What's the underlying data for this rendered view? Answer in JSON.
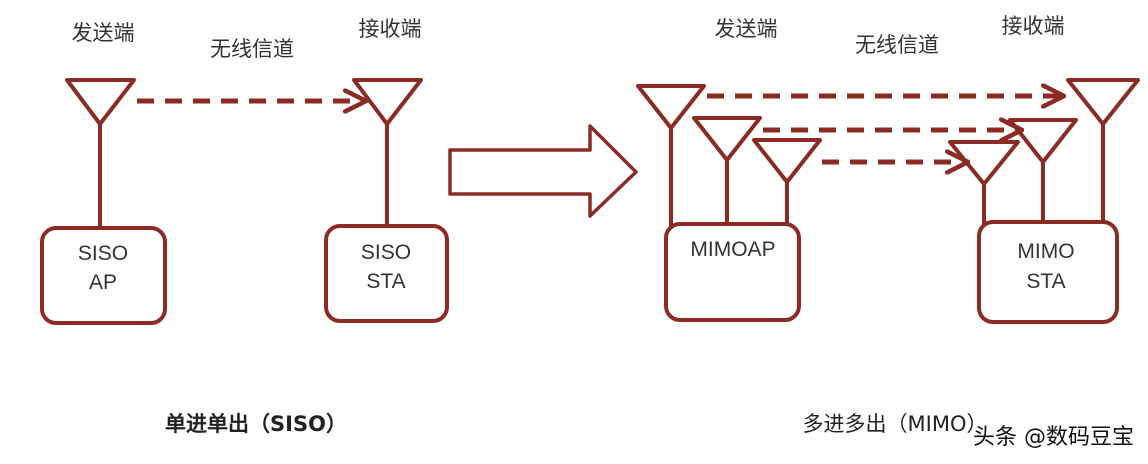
{
  "colors": {
    "stroke": "#8b2b24",
    "text": "#333333",
    "background": "#ffffff"
  },
  "siso": {
    "sender_label": "发送端",
    "channel_label": "无线信道",
    "receiver_label": "接收端",
    "ap_box": {
      "line1": "SISO",
      "line2": "AP"
    },
    "sta_box": {
      "line1": "SISO",
      "line2": "STA"
    },
    "caption": "单进单出（SISO）"
  },
  "mimo": {
    "sender_label": "发送端",
    "channel_label": "无线信道",
    "receiver_label": "接收端",
    "ap_box": {
      "line1": "MIMOAP"
    },
    "sta_box": {
      "line1": "MIMO",
      "line2": "STA"
    },
    "caption": "多进多出（MIMO）"
  },
  "transition_arrow": "block-arrow-right",
  "watermark": "头条 @数码豆宝"
}
